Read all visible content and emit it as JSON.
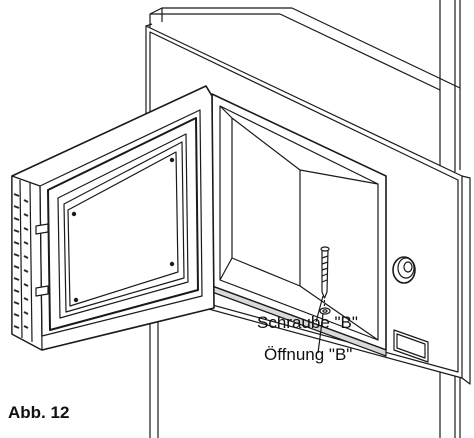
{
  "labels": {
    "screw": "Schraube \"B\"",
    "opening": "Öffnung \"B\"",
    "figure": "Abb. 12"
  },
  "colors": {
    "line": "#1a1a1a",
    "panel_fill": "#ffffff",
    "door_dark": "#2b2b2b",
    "shade": "#d9d9d9"
  }
}
